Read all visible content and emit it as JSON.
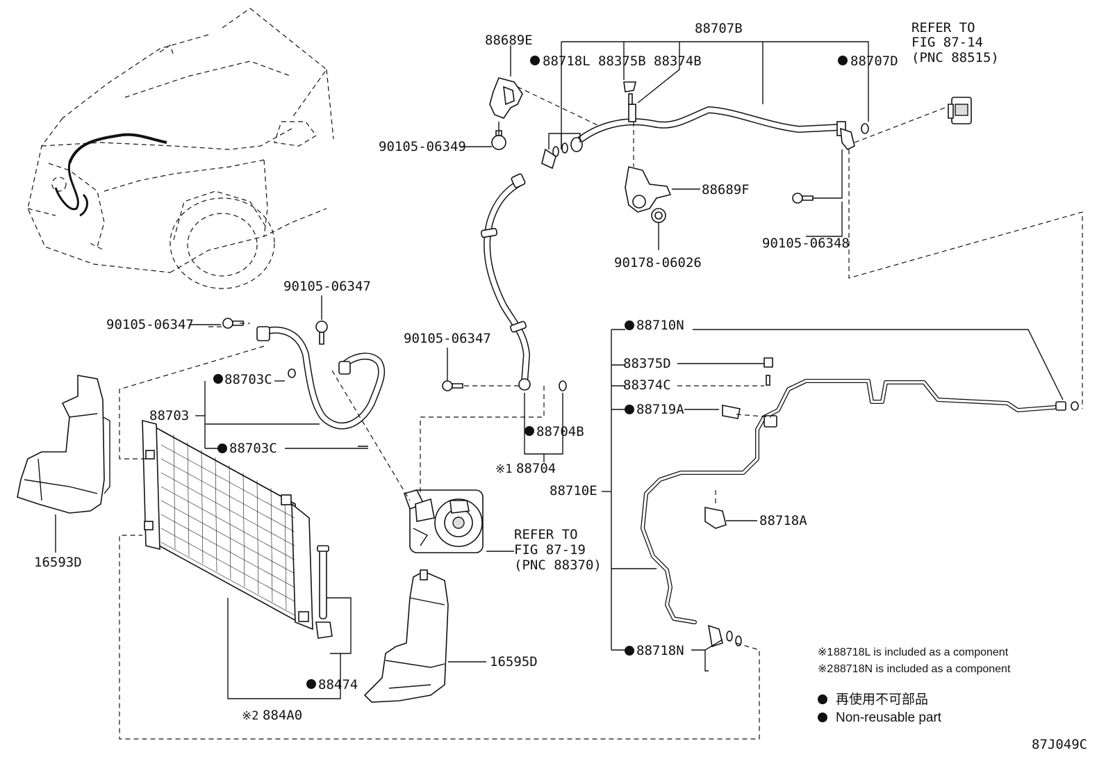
{
  "labels": {
    "p88707B": "88707B",
    "p88689E": "88689E",
    "p88718L": "88718L",
    "p88375B": "88375B",
    "p88374B": "88374B",
    "p88707D": "88707D",
    "refer1_a": "REFER TO",
    "refer1_b": "FIG 87-14",
    "refer1_c": "(PNC 88515)",
    "p90105_06349": "90105-06349",
    "p88689F": "88689F",
    "p90105_06348": "90105-06348",
    "p90178_06026": "90178-06026",
    "p90105_06347_a": "90105-06347",
    "p90105_06347_b": "90105-06347",
    "p90105_06347_c": "90105-06347",
    "p88703C_a": "88703C",
    "p88703": "88703",
    "p88703C_b": "88703C",
    "p88704B": "88704B",
    "p88704_mark": "※1",
    "p88704": "88704",
    "p88710E": "88710E",
    "p88710N": "88710N",
    "p88375D": "88375D",
    "p88374C": "88374C",
    "p88719A": "88719A",
    "p88718A": "88718A",
    "p88718N": "88718N",
    "refer2_a": "REFER TO",
    "refer2_b": "FIG 87-19",
    "refer2_c": "(PNC 88370)",
    "p16593D": "16593D",
    "p16595D": "16595D",
    "p88474": "88474",
    "p884A0_mark": "※2",
    "p884A0": "884A0"
  },
  "notes": {
    "n1_mark": "※1",
    "n1_text": "88718L  is included as a component",
    "n2_mark": "※2",
    "n2_text": "88718N  is included as a component"
  },
  "legend": {
    "jp": "再使用不可部品",
    "en": "Non-reusable part"
  },
  "figure_id": "87J049C"
}
